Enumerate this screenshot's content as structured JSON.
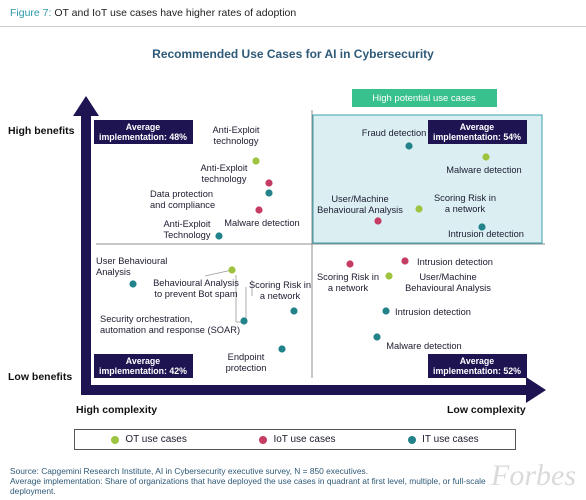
{
  "figure": {
    "label": "Figure 7:",
    "title": "OT and IoT use cases have higher rates of adoption"
  },
  "colors": {
    "ot": "#9dc33f",
    "iot": "#c63d64",
    "it": "#23838a",
    "navy": "#1e1452",
    "highlight": "#dbeff3",
    "banner": "#38c08d"
  },
  "chart_data": {
    "type": "scatter",
    "title": "Recommended Use Cases for AI in Cybersecurity",
    "x_axis": {
      "left_label": "High complexity",
      "right_label": "Low complexity"
    },
    "y_axis": {
      "top_label": "High benefits",
      "bottom_label": "Low benefits"
    },
    "highlight_label": "High potential use cases",
    "quadrants": [
      {
        "position": "top-left",
        "average": "Average implementation: 48%"
      },
      {
        "position": "top-right",
        "average": "Average implementation: 54%"
      },
      {
        "position": "bottom-left",
        "average": "Average implementation: 42%"
      },
      {
        "position": "bottom-right",
        "average": "Average implementation: 52%"
      }
    ],
    "series": [
      {
        "name": "OT use cases",
        "points": [
          {
            "label": "Anti-Exploit technology",
            "quadrant": "top-left"
          },
          {
            "label": "Malware detection",
            "quadrant": "top-right"
          },
          {
            "label": "Scoring Risk in a network",
            "quadrant": "top-right"
          },
          {
            "label": "Behavioural Analysis to prevent Bot spam",
            "quadrant": "bottom-left"
          },
          {
            "label": "User/Machine Behavioural Analysis",
            "quadrant": "bottom-right"
          }
        ]
      },
      {
        "name": "IoT use cases",
        "points": [
          {
            "label": "Anti-Exploit technology",
            "quadrant": "top-left"
          },
          {
            "label": "Malware detection",
            "quadrant": "top-left"
          },
          {
            "label": "User/Machine Behavioural Analysis",
            "quadrant": "top-right"
          },
          {
            "label": "Scoring Risk in a network",
            "quadrant": "bottom-right"
          },
          {
            "label": "Intrusion detection",
            "quadrant": "bottom-right"
          }
        ]
      },
      {
        "name": "IT use cases",
        "points": [
          {
            "label": "Data protection and compliance",
            "quadrant": "top-left"
          },
          {
            "label": "Anti-Exploit Technology",
            "quadrant": "top-left"
          },
          {
            "label": "Fraud detection",
            "quadrant": "top-right"
          },
          {
            "label": "Intrusion detection",
            "quadrant": "top-right"
          },
          {
            "label": "User Behavioural Analysis",
            "quadrant": "bottom-left"
          },
          {
            "label": "Scoring Risk in a network",
            "quadrant": "bottom-left"
          },
          {
            "label": "Security orchestration, automation and response (SOAR)",
            "quadrant": "bottom-left"
          },
          {
            "label": "Endpoint protection",
            "quadrant": "bottom-left"
          },
          {
            "label": "Intrusion detection",
            "quadrant": "bottom-right"
          },
          {
            "label": "Malware detection",
            "quadrant": "bottom-right"
          }
        ]
      }
    ]
  },
  "legend": {
    "ot": "OT use cases",
    "iot": "IoT use cases",
    "it": "IT use cases"
  },
  "footer": {
    "source": "Source: Capgemini Research Institute, AI in Cybersecurity executive survey, N = 850 executives.",
    "note_line1": "Average implementation: Share of organizations that have deployed the use cases in quadrant at first level, multiple, or full-scale",
    "note_line2": "deployment."
  },
  "watermark": "Forbes"
}
